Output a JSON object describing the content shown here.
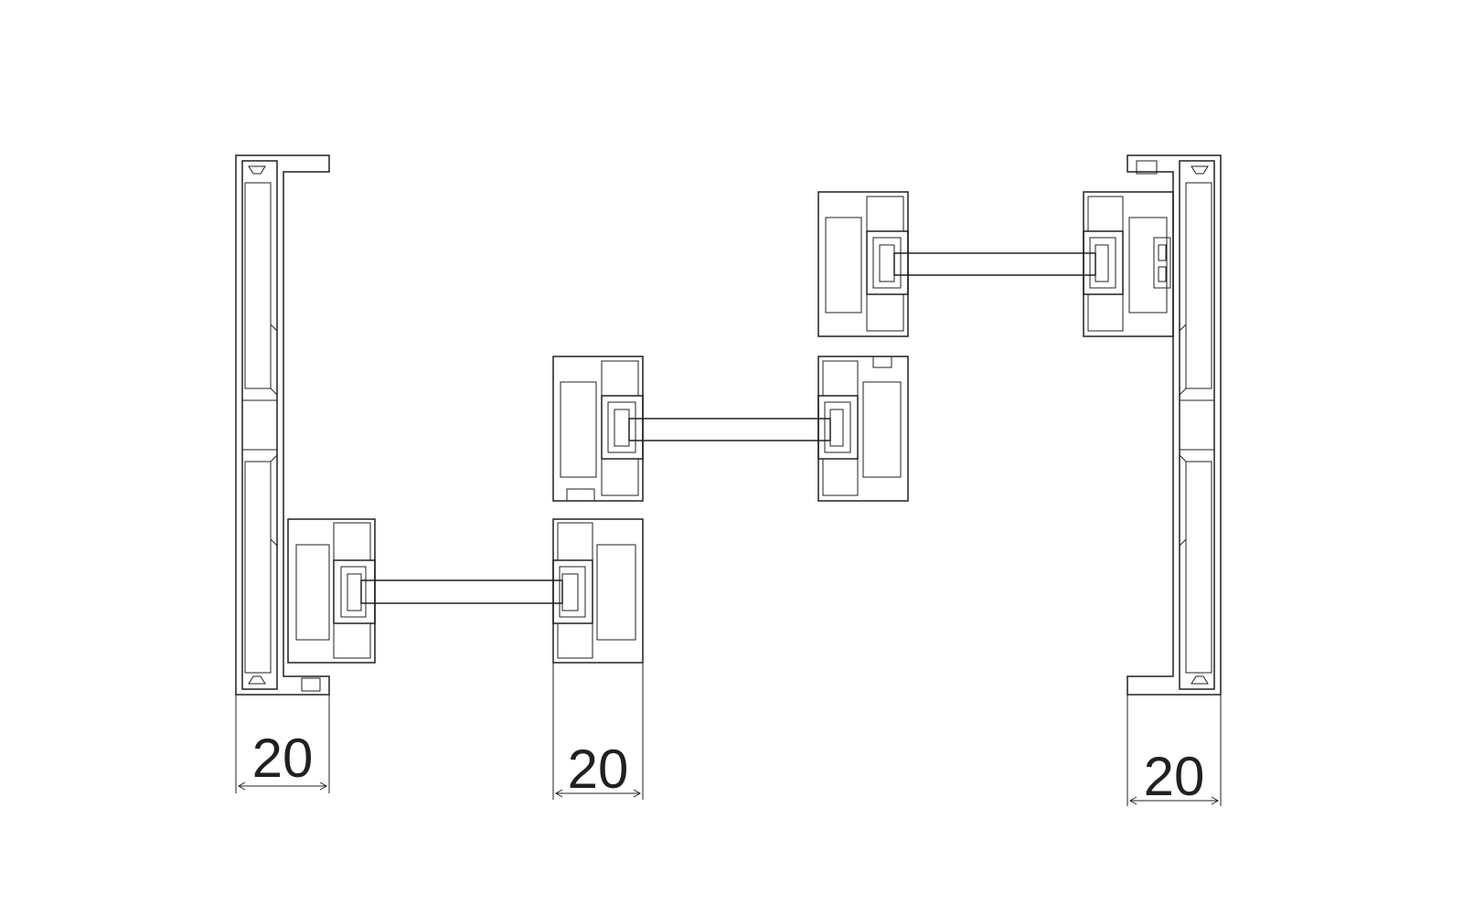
{
  "diagram": {
    "line_color": "#231f20",
    "background": "#ffffff",
    "dimensions": [
      {
        "id": "dim-left",
        "label": "20"
      },
      {
        "id": "dim-middle",
        "label": "20"
      },
      {
        "id": "dim-right",
        "label": "20"
      }
    ]
  }
}
